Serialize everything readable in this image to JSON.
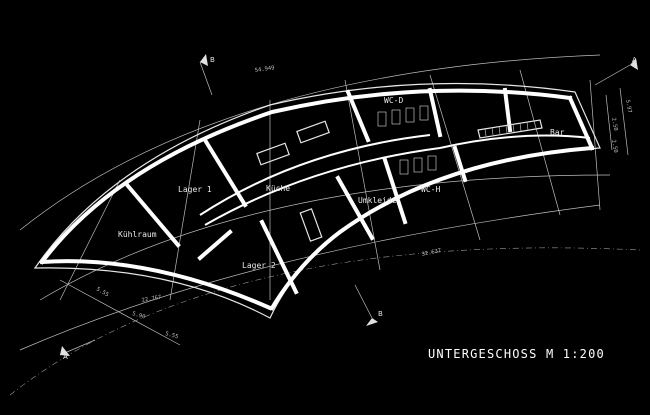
{
  "title": "UNTERGESCHOSS M 1:200",
  "rooms": {
    "kuehlraum": "Kühlraum",
    "lager1": "Lager 1",
    "kueche": "Küche",
    "lager2": "Lager 2",
    "umkleide": "Umkleide",
    "wc_d": "WC-D",
    "wc_h": "WC-H",
    "bar": "Bar"
  },
  "section_markers": {
    "b_top": "B",
    "b_bottom": "B",
    "a_right": "A",
    "a_left": "A"
  },
  "dimensions": {
    "top_arc": "54.949",
    "bottom_arc": "32.637",
    "left_arc": "22.767",
    "left_a": "5.55",
    "left_b": "5.90",
    "left_c": "5.55",
    "right_a": "2.50",
    "right_b": "2.50",
    "right_total": "5.97"
  }
}
